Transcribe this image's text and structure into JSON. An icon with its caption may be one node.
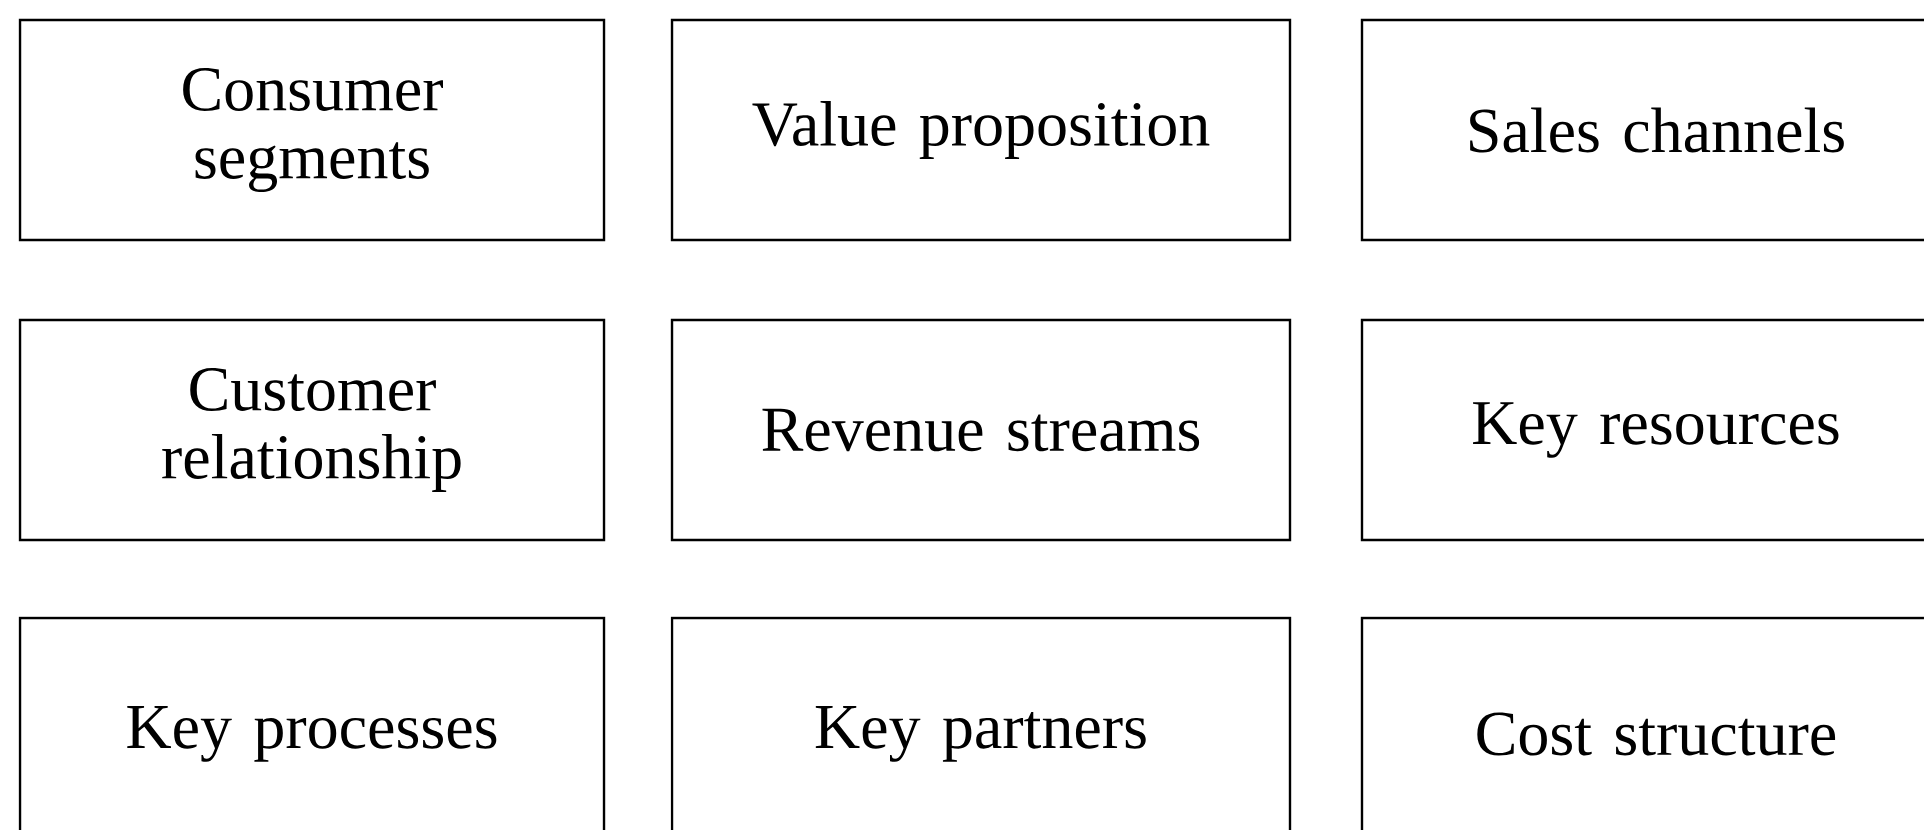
{
  "diagram": {
    "nodes": [
      {
        "text": [
          "Consumer segments"
        ]
      },
      {
        "text": [
          "Value proposition"
        ]
      },
      {
        "text": [
          "Sales channels"
        ]
      },
      {
        "text": [
          "Customer relationship"
        ]
      },
      {
        "text": [
          "Revenue streams"
        ]
      },
      {
        "text": [
          "Key resources"
        ]
      },
      {
        "text": [
          "Key processes"
        ]
      },
      {
        "text": [
          "Key partners"
        ]
      },
      {
        "text": [
          "Cost structure"
        ]
      }
    ]
  }
}
